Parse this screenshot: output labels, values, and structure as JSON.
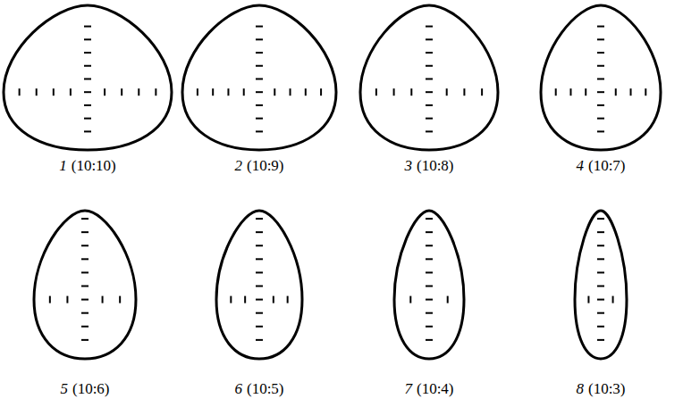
{
  "diagram": {
    "labels": [
      "1",
      "(10:10)",
      "2",
      "(10:9)",
      "3",
      "(10:8)",
      "4",
      "(10:7)",
      "5",
      "(10:6)",
      "6",
      "(10:5)",
      "7",
      "(10:4)",
      "8",
      "(10:3)"
    ]
  }
}
